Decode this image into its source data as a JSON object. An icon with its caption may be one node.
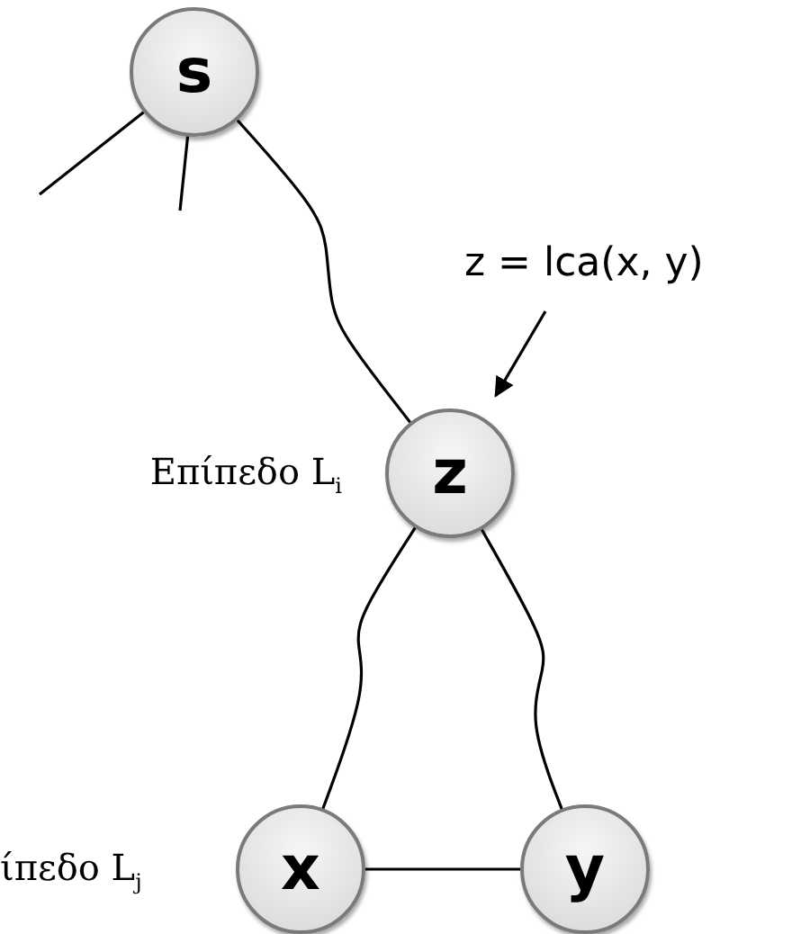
{
  "diagram": {
    "nodes": [
      {
        "text": [
          "s"
        ]
      },
      {
        "text": [
          "z"
        ],
        "beside": [
          "Επίπεδο L$_{i}$"
        ]
      },
      {
        "text": [
          "x"
        ],
        "beside": [
          "ίπεδο L$_{j}$"
        ]
      },
      {
        "text": [
          "y"
        ]
      },
      {
        "text": [
          "z = lca(x, y)"
        ]
      }
    ],
    "edges": [
      {
        "from": 0,
        "to": null,
        "arrow": "none"
      },
      {
        "from": 0,
        "to": null,
        "arrow": "none"
      },
      {
        "from": 0,
        "to": 1,
        "arrow": "none"
      },
      {
        "from": 1,
        "to": 2,
        "arrow": "none"
      },
      {
        "from": 1,
        "to": 3,
        "arrow": "none"
      },
      {
        "from": 2,
        "to": 3,
        "arrow": "none"
      },
      {
        "from": 4,
        "to": 1,
        "arrow": "to"
      }
    ]
  }
}
